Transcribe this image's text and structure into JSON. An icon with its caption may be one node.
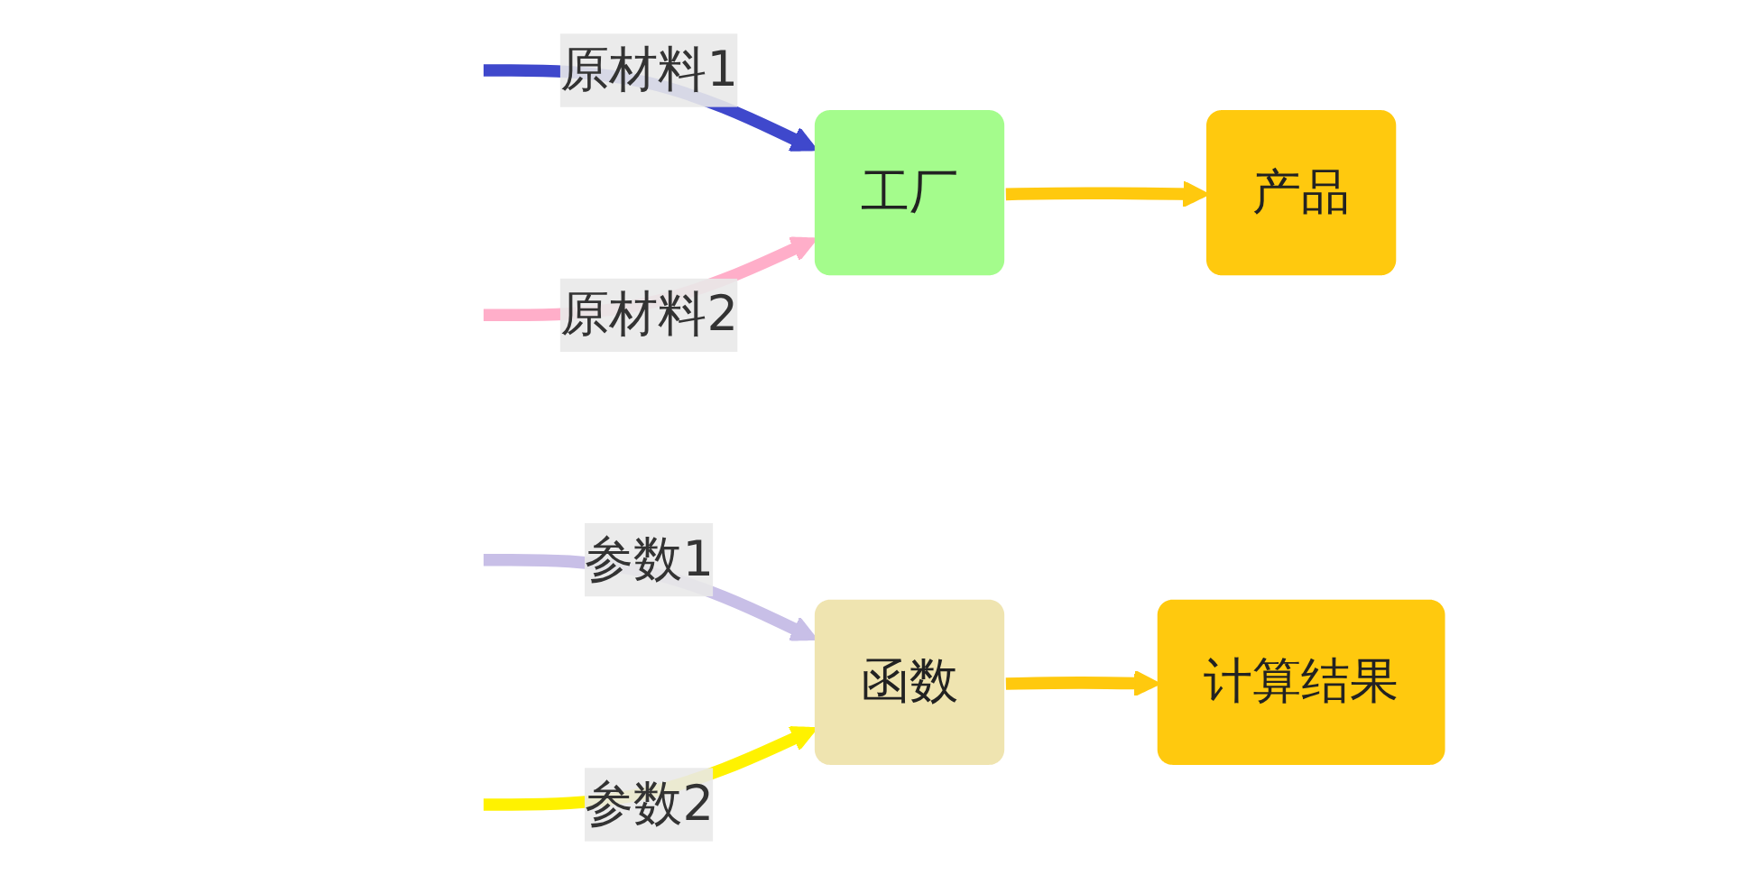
{
  "diagram": {
    "nodes": [
      {
        "text": [
          "工厂"
        ]
      },
      {
        "text": [
          "产品"
        ]
      },
      {
        "text": [
          "函数"
        ]
      },
      {
        "text": [
          "计算结果"
        ]
      }
    ],
    "edges": [
      {
        "from": null,
        "to": 0,
        "arrow": "to",
        "label": "原材料1",
        "color": "#3f48cc"
      },
      {
        "from": null,
        "to": 0,
        "arrow": "to",
        "label": "原材料2",
        "color": "#ffaec9"
      },
      {
        "from": 0,
        "to": 1,
        "arrow": "to",
        "color": "#ffc90e"
      },
      {
        "from": null,
        "to": 2,
        "arrow": "to",
        "label": "参数1",
        "color": "#c8bfe7"
      },
      {
        "from": null,
        "to": 2,
        "arrow": "to",
        "label": "参数2",
        "color": "#fff200"
      },
      {
        "from": 2,
        "to": 3,
        "arrow": "to",
        "color": "#ffc90e"
      }
    ]
  }
}
